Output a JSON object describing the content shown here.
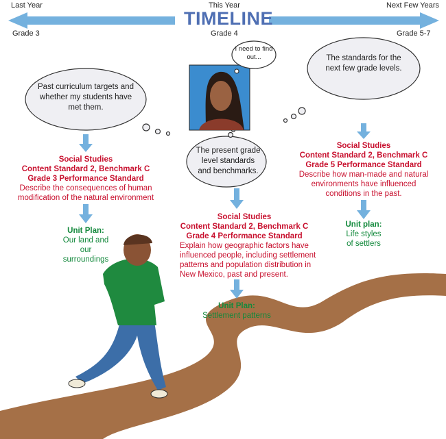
{
  "timeline": {
    "title": "TIMELINE",
    "left_top": "Last Year",
    "center_top": "This Year",
    "right_top": "Next Few Years",
    "left_grade": "Grade 3",
    "center_grade": "Grade 4",
    "right_grade": "Grade 5-7",
    "arrow_color": "#74b1de",
    "title_color": "#4f6fb3"
  },
  "portrait_bubble": "I need to find out...",
  "columns": [
    {
      "thought": "Past curriculum targets and whether my students have met them.",
      "subject": "Social Studies",
      "standard": "Content Standard 2, Benchmark C",
      "performance": "Grade 3 Performance Standard",
      "description": "Describe the consequences of human modification of the natural environment",
      "unit_label": "Unit Plan:",
      "unit_title": "Our land and our surroundings"
    },
    {
      "thought": "The present grade level standards and benchmarks.",
      "subject": "Social Studies",
      "standard": "Content Standard 2, Benchmark C",
      "performance": "Grade 4 Performance Standard",
      "description": "Explain how geographic factors have influenced people, including settlement patterns and population distribution in New Mexico, past and present.",
      "unit_label": "Unit Plan:",
      "unit_title": "Settlement patterns"
    },
    {
      "thought": "The standards for the next few grade levels.",
      "subject": "Social Studies",
      "standard": "Content Standard 2, Benchmark C",
      "performance": "Grade 5 Performance Standard",
      "description": "Describe how man-made and natural environments have influenced conditions in the past.",
      "unit_label": "Unit plan:",
      "unit_title": "Life styles of settlers"
    }
  ],
  "colors": {
    "standard_red": "#c8102e",
    "unit_green": "#13893c",
    "path_brown": "#9b6a43"
  }
}
